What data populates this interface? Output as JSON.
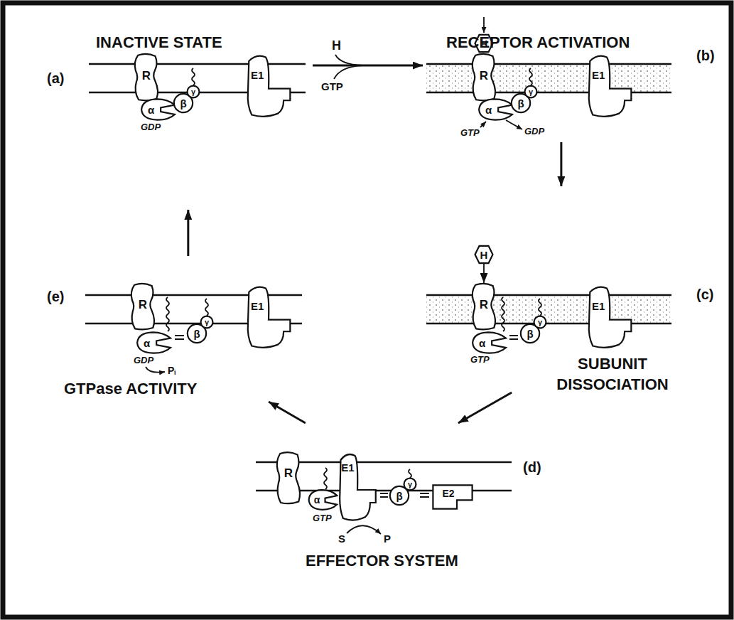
{
  "diagram": {
    "nodes": [
      {
        "text": [
          "INACTIVE STATE",
          "(a)"
        ]
      },
      {
        "text": [
          "R"
        ],
        "in": 0
      },
      {
        "text": [
          "E1"
        ],
        "in": 0
      },
      {
        "text": [
          "α"
        ],
        "in": 0
      },
      {
        "text": [
          "β"
        ],
        "in": 0
      },
      {
        "text": [
          "γ"
        ],
        "in": 0
      },
      {
        "text": [
          "RECEPTOR ACTIVATION",
          "(b)"
        ]
      },
      {
        "text": [
          "H"
        ],
        "in": 6
      },
      {
        "text": [
          "R"
        ],
        "in": 6
      },
      {
        "text": [
          "E1"
        ],
        "in": 6
      },
      {
        "text": [
          "α"
        ],
        "in": 6
      },
      {
        "text": [
          "β"
        ],
        "in": 6
      },
      {
        "text": [
          "γ"
        ],
        "in": 6
      },
      {
        "text": [
          "SUBUNIT DISSOCIATION",
          "(c)"
        ]
      },
      {
        "text": [
          "H"
        ],
        "in": 13
      },
      {
        "text": [
          "R"
        ],
        "in": 13
      },
      {
        "text": [
          "E1"
        ],
        "in": 13
      },
      {
        "text": [
          "α"
        ],
        "in": 13
      },
      {
        "text": [
          "β"
        ],
        "in": 13
      },
      {
        "text": [
          "γ"
        ],
        "in": 13
      },
      {
        "text": [
          "EFFECTOR SYSTEM",
          "(d)"
        ]
      },
      {
        "text": [
          "R"
        ],
        "in": 20
      },
      {
        "text": [
          "E1"
        ],
        "in": 20
      },
      {
        "text": [
          "α"
        ],
        "in": 20
      },
      {
        "text": [
          "β"
        ],
        "in": 20
      },
      {
        "text": [
          "γ"
        ],
        "in": 20
      },
      {
        "text": [
          "E2"
        ],
        "in": 20
      },
      {
        "text": [
          "GTPase ACTIVITY",
          "(e)"
        ]
      },
      {
        "text": [
          "R"
        ],
        "in": 27
      },
      {
        "text": [
          "E1"
        ],
        "in": 27
      },
      {
        "text": [
          "α"
        ],
        "in": 27
      },
      {
        "text": [
          "β"
        ],
        "in": 27
      },
      {
        "text": [
          "γ"
        ],
        "in": 27
      }
    ],
    "edges": [
      {
        "from": 0,
        "to": 6,
        "arrow": "to"
      },
      {
        "from": 6,
        "to": 13,
        "arrow": "to"
      },
      {
        "from": 13,
        "to": 20,
        "arrow": "to"
      },
      {
        "from": 20,
        "to": 27,
        "arrow": "to"
      },
      {
        "from": 27,
        "to": 0,
        "arrow": "to"
      },
      {
        "from": 14,
        "to": 15,
        "arrow": "to"
      }
    ],
    "labels": [
      "H",
      "GTP",
      "GDP",
      "GTP",
      "GDP",
      "GTP",
      "GTP",
      "S",
      "P",
      "GDP",
      "Pᵢ"
    ]
  }
}
